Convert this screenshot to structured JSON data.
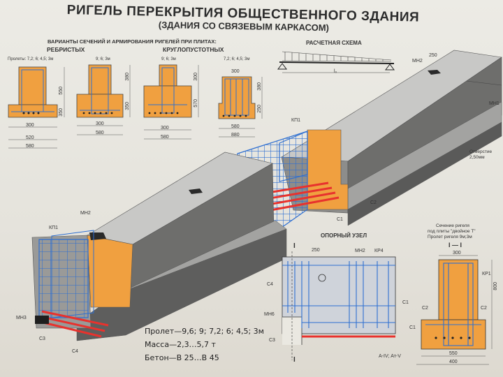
{
  "header": {
    "title": "РИГЕЛЬ ПЕРЕКРЫТИЯ ОБЩЕСТВЕННОГО ЗДАНИЯ",
    "subtitle": "(ЗДАНИЯ СО СВЯЗЕВЫМ КАРКАСОМ)"
  },
  "sections": {
    "heading": "ВАРИАНТЫ СЕЧЕНИЙ И АРМИРОВАНИЯ РИГЕЛЕЙ ПРИ ПЛИТАХ:",
    "ribbed_label": "РЕБРИСТЫХ",
    "hollow_label": "КРУГЛОПУСТОТНЫХ",
    "spans": [
      "Пролеты: 7,2; 6; 4,5; 3м",
      "9; 6; 3м",
      "9; 6; 3м",
      "7,2; 6; 4,5; 3м"
    ],
    "dims": {
      "d300": "300",
      "d520": "520",
      "d580": "580",
      "d550": "550",
      "d350": "350",
      "d380": "380",
      "d570": "570",
      "d880": "880"
    }
  },
  "scheme": {
    "label": "РАСЧЕТНАЯ СХЕМА",
    "l0": "l₀"
  },
  "beam_labels": {
    "mn2_top": "МН2",
    "d250": "250",
    "mn1": "МН1",
    "kp1_mid": "КП1",
    "opening": "Отверстие\n2,50мм",
    "c2": "С2",
    "c1": "С1",
    "mn2_left": "МН2",
    "kp1_left": "КП1",
    "mn3": "МН3",
    "c3": "С3",
    "c4": "С4"
  },
  "support_node": {
    "title": "ОПОРНЫЙ УЗЕЛ",
    "mark": "I",
    "d250": "250",
    "mn2": "МН2",
    "kp4": "КР4",
    "c4": "С4",
    "mn6": "МН6",
    "c3": "С3",
    "c1": "С1",
    "steel": "А-IV;  Ат-V"
  },
  "cross_section": {
    "note_line1": "Сечение ригеля",
    "note_line2": "под плиты \"двойное Т\"",
    "note_line3": "Пролет ригеля 9м;3м",
    "mark": "I — I",
    "d300": "300",
    "kp1": "КР1",
    "c2a": "С2",
    "c2b": "С2",
    "c1": "С1",
    "d550": "550",
    "d400": "400",
    "h800": "800"
  },
  "specs": {
    "span": "Пролет—9,6; 9; 7,2; 6; 4,5; 3м",
    "mass": "Масса—2,3…5,7 т",
    "concrete": "Бетон—В 25…В 45"
  },
  "colors": {
    "concrete_top": "#c5c5c3",
    "concrete_side": "#8a8a88",
    "concrete_dark": "#5e5e5d",
    "core": "#f0a040",
    "rebar": "#2e6fd1",
    "prestress": "#e8322d",
    "paper": "#eae8e1"
  }
}
